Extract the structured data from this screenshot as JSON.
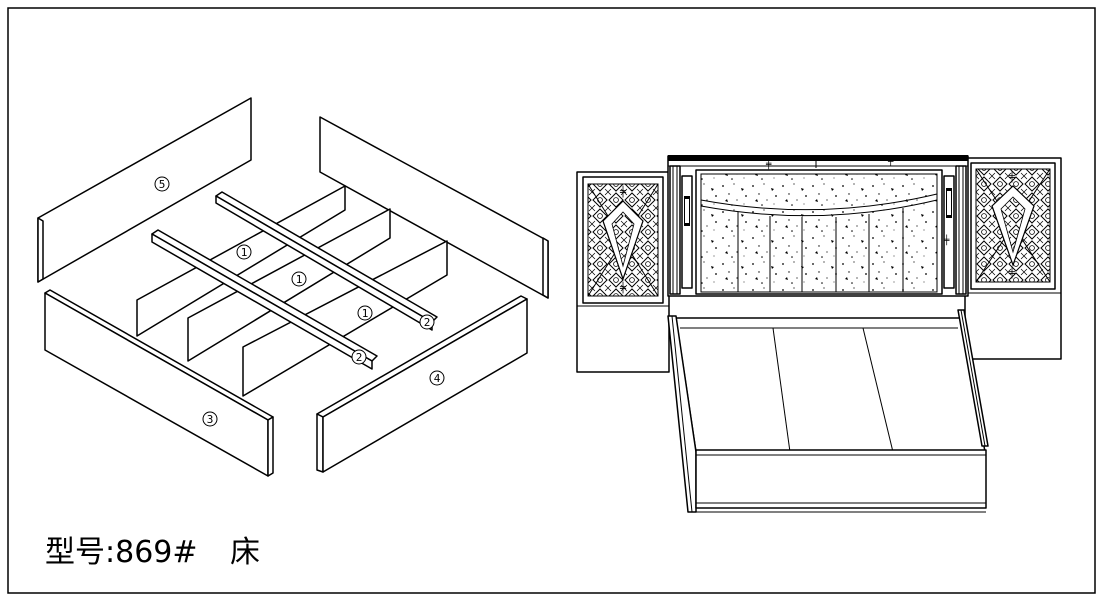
{
  "drawing": {
    "model_label": "型号:869#",
    "product_name": "床"
  },
  "callouts": [
    {
      "id": "c5",
      "label": "5"
    },
    {
      "id": "c1a",
      "label": "1"
    },
    {
      "id": "c1b",
      "label": "1"
    },
    {
      "id": "c1c",
      "label": "1"
    },
    {
      "id": "c2a",
      "label": "2"
    },
    {
      "id": "c2b",
      "label": "2"
    },
    {
      "id": "c3",
      "label": "3"
    },
    {
      "id": "c4",
      "label": "4"
    }
  ]
}
